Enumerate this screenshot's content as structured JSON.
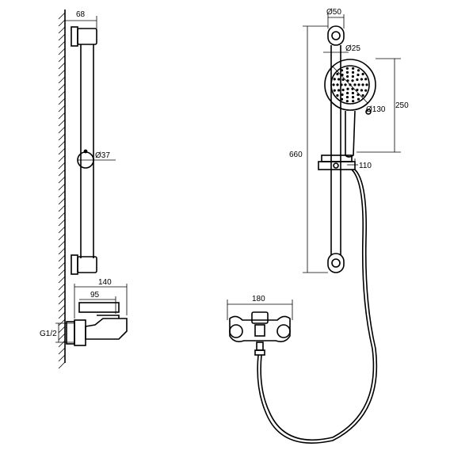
{
  "dimensions": {
    "left_view": {
      "rail_offset": "68",
      "holder_diameter": "Ø37",
      "mixer_depth_total": "140",
      "mixer_depth_body": "95",
      "thread": "G1/2"
    },
    "right_view": {
      "top_holder_diameter": "Ø50",
      "rail_diameter": "Ø25",
      "head_diameter": "Ø130",
      "head_height": "250",
      "total_height": "660",
      "slider_offset": "110",
      "mixer_width": "180"
    }
  },
  "colors": {
    "line": "#000000",
    "background": "#ffffff"
  }
}
